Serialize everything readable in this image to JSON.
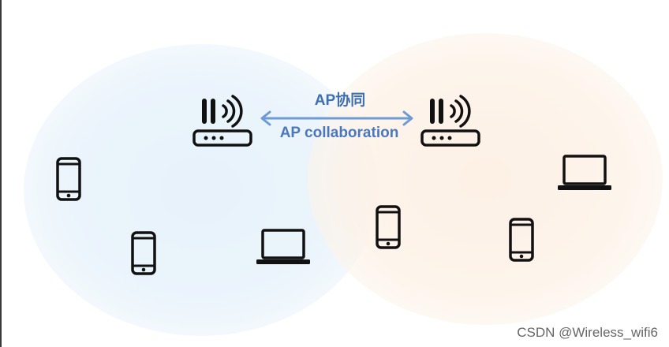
{
  "labels": {
    "cn": "AP协同",
    "en": "AP collaboration"
  },
  "watermark": "CSDN @Wireless_wifi6",
  "colors": {
    "arrow": "#6f9bd4",
    "label": "#3d6fb6",
    "cell_left": "#e6f1fa",
    "cell_right": "#fdf0e4",
    "device": "#111111"
  },
  "icons": [
    "router-icon",
    "phone-icon",
    "laptop-icon",
    "double-arrow-icon"
  ]
}
